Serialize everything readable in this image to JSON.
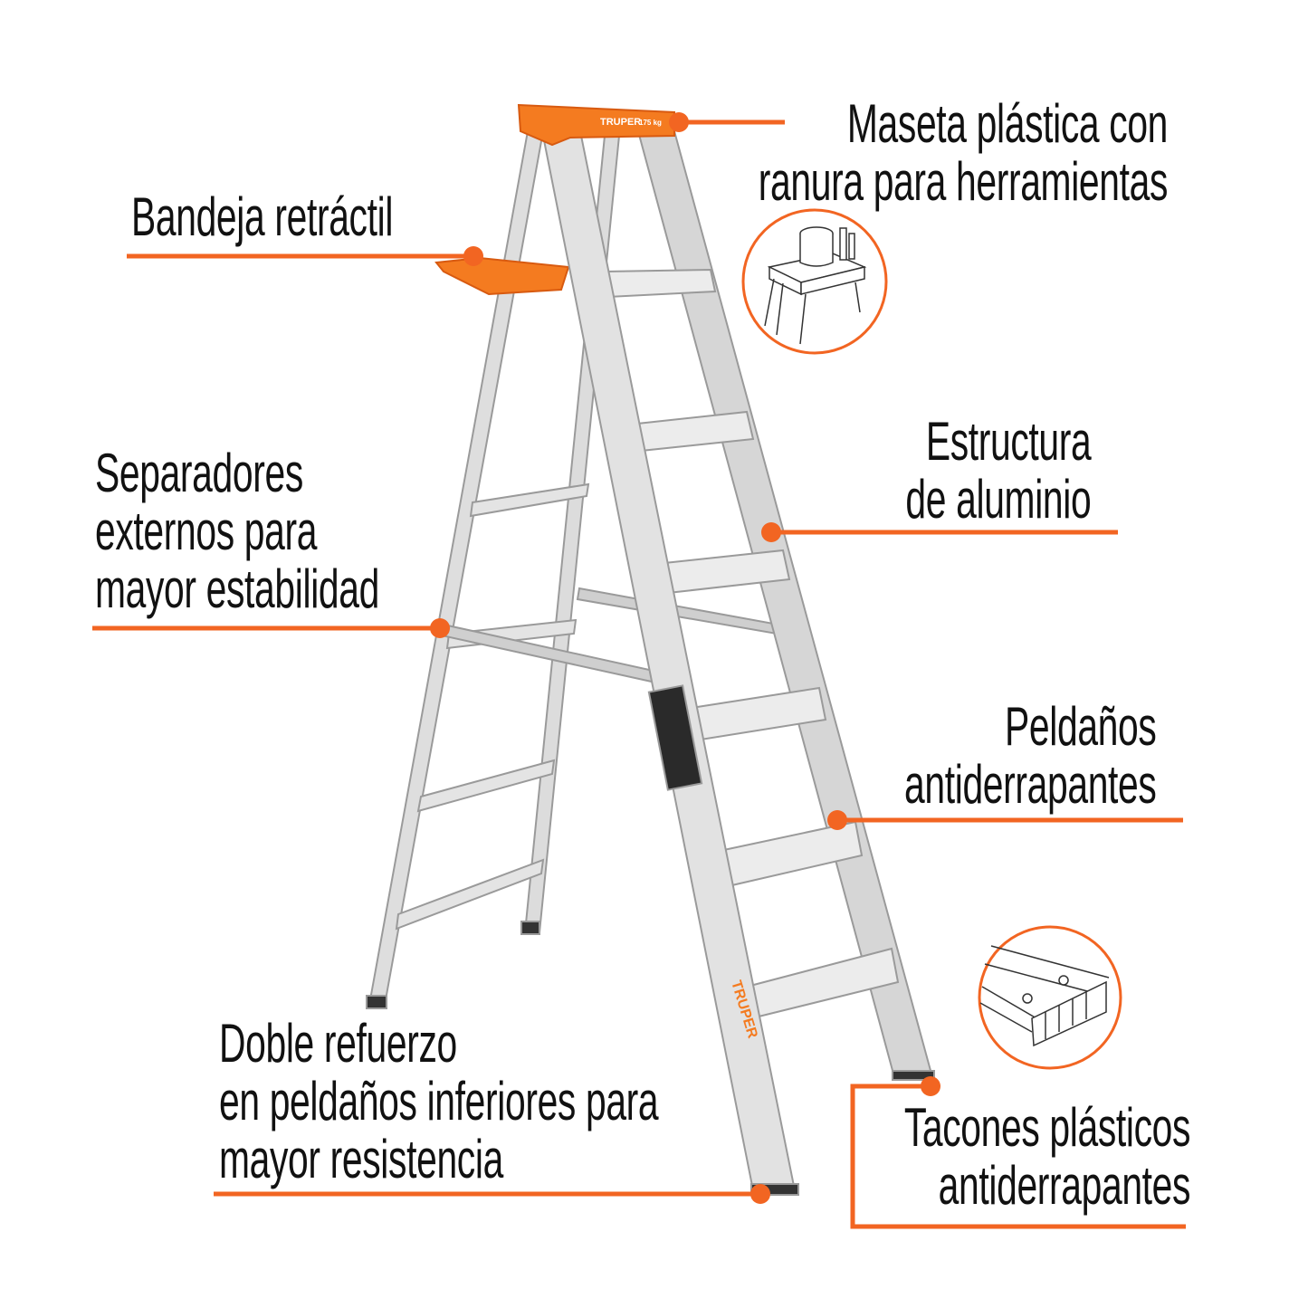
{
  "brand": "TRUPER",
  "capacity": "175 kg",
  "colors": {
    "accent": "#f26522",
    "aluminum": "#d9d9d9",
    "text": "#111111"
  },
  "callouts": {
    "maseta": [
      "Maseta plástica con",
      "ranura para herramientas"
    ],
    "bandeja": [
      "Bandeja retráctil"
    ],
    "estructura": [
      "Estructura",
      "de aluminio"
    ],
    "separadores": [
      "Separadores",
      "externos para",
      "mayor estabilidad"
    ],
    "peldanos": [
      "Peldaños",
      "antiderrapantes"
    ],
    "doble": [
      "Doble refuerzo",
      "en peldaños inferiores para",
      "mayor resistencia"
    ],
    "tacones": [
      "Tacones plásticos",
      "antiderrapantes"
    ]
  },
  "icons": [
    "tool-tray-detail-icon",
    "anti-slip-foot-detail-icon"
  ]
}
